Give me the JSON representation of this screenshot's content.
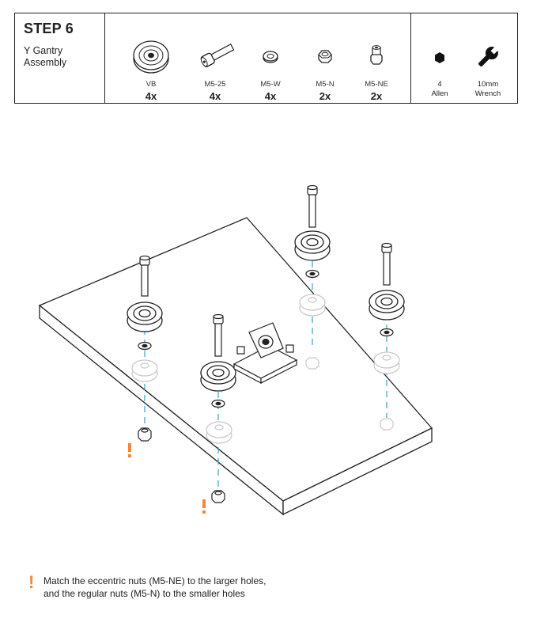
{
  "header": {
    "step_title": "STEP 6",
    "subtitle_line1": "Y Gantry",
    "subtitle_line2": "Assembly"
  },
  "parts": [
    {
      "name": "VB",
      "qty": "4x",
      "icon": "v-wheel-icon"
    },
    {
      "name": "M5-25",
      "qty": "4x",
      "icon": "bolt-icon"
    },
    {
      "name": "M5-W",
      "qty": "4x",
      "icon": "washer-icon"
    },
    {
      "name": "M5-N",
      "qty": "2x",
      "icon": "hex-nut-icon"
    },
    {
      "name": "M5-NE",
      "qty": "2x",
      "icon": "eccentric-nut-icon"
    }
  ],
  "tools": [
    {
      "qty": "4",
      "name": "Allen",
      "icon": "allen-key-hex-icon"
    },
    {
      "qty": "10mm",
      "name": "Wrench",
      "icon": "wrench-icon"
    }
  ],
  "note": {
    "icon": "warning-exclamation-icon",
    "text": "Match the eccentric nuts (M5-NE) to the larger holes, and the regular nuts (M5-N) to the smaller holes"
  },
  "colors": {
    "accent": "#f0883a",
    "guide_line": "#3aa0c8",
    "line": "#222222",
    "ghost": "#c8c8c8"
  }
}
